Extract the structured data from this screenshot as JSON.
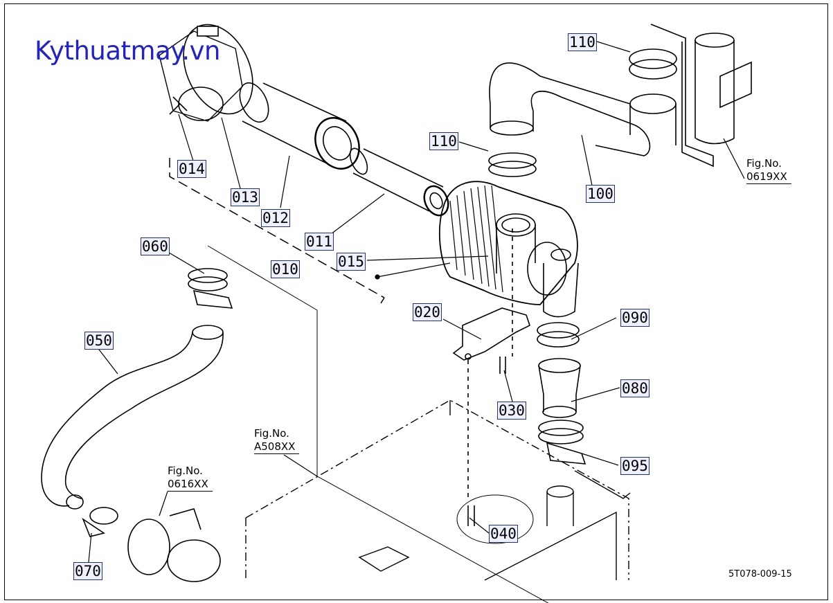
{
  "watermark": "Kythuatmay.vn",
  "drawing_code": "5T078-009-15",
  "parts": {
    "p110a": "110",
    "p110b": "110",
    "p014": "014",
    "p013": "013",
    "p012": "012",
    "p011": "011",
    "p010": "010",
    "p015": "015",
    "p100": "100",
    "p060": "060",
    "p050": "050",
    "p020": "020",
    "p090": "090",
    "p080": "080",
    "p030": "030",
    "p095": "095",
    "p040": "040",
    "p070": "070"
  },
  "figure_refs": {
    "fig0619": {
      "label": "Fig.No.",
      "number": "0619XX"
    },
    "figA508": {
      "label": "Fig.No.",
      "number": "A508XX"
    },
    "fig0616": {
      "label": "Fig.No.",
      "number": "0616XX"
    }
  }
}
